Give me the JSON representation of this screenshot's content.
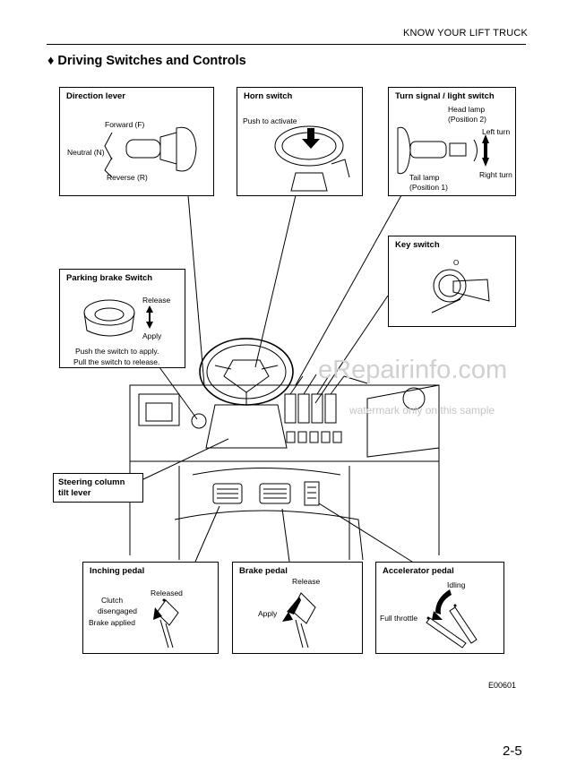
{
  "header": {
    "section": "KNOW YOUR LIFT TRUCK"
  },
  "title": "♦ Driving Switches and Controls",
  "callouts": {
    "direction_lever": {
      "title": "Direction lever",
      "forward": "Forward (F)",
      "neutral": "Neutral (N)",
      "reverse": "Reverse (R)"
    },
    "horn_switch": {
      "title": "Horn switch",
      "push": "Push to activate"
    },
    "turn_signal": {
      "title": "Turn signal / light switch",
      "head_lamp": "Head lamp",
      "position2": "(Position 2)",
      "left_turn": "Left turn",
      "tail_lamp": "Tail lamp",
      "position1": "(Position 1)",
      "right_turn": "Right turn"
    },
    "key_switch": {
      "title": "Key switch"
    },
    "parking_brake": {
      "title": "Parking brake Switch",
      "release": "Release",
      "apply": "Apply",
      "note1": "Push the switch to apply.",
      "note2": "Pull the switch to release."
    },
    "steering_tilt": {
      "line1": "Steering column",
      "line2": "tilt lever"
    },
    "inching_pedal": {
      "title": "Inching pedal",
      "released": "Released",
      "clutch1": "Clutch",
      "clutch2": "disengaged",
      "brake_applied": "Brake applied"
    },
    "brake_pedal": {
      "title": "Brake pedal",
      "release": "Release",
      "apply": "Apply"
    },
    "accelerator_pedal": {
      "title": "Accelerator pedal",
      "idling": "Idling",
      "full_throttle": "Full throttle"
    }
  },
  "watermark": {
    "main": "eRepairinfo.com",
    "sub": "watermark only on this sample"
  },
  "figure_code": "E00601",
  "page_number": "2-5"
}
